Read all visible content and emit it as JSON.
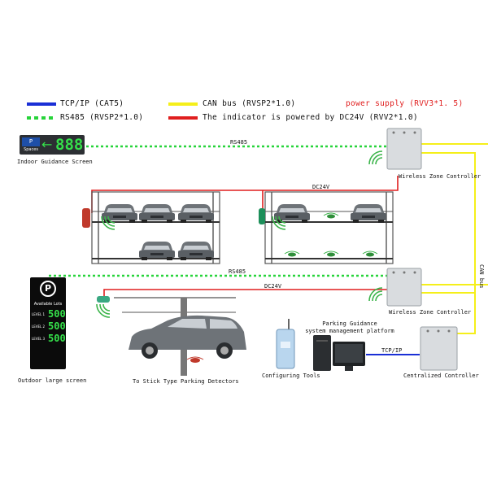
{
  "legend": {
    "tcpip": "TCP/IP (CAT5)",
    "rs485": "RS485 (RVSP2*1.0)",
    "canbus": "CAN bus (RVSP2*1.0)",
    "indicator": "The indicator is powered by DC24V (RVV2*1.0)",
    "power": "power supply (RVV3*1. 5)"
  },
  "colors": {
    "tcpip": "#1a2fd6",
    "rs485": "#27d43a",
    "canbus": "#f5ef1a",
    "indicator": "#e01e1e",
    "power": "#e01e1e"
  },
  "indoor_screen": {
    "p": "P",
    "spaces": "Spaces",
    "arrow": "←",
    "count": "888",
    "caption": "Indoor Guidance Screen"
  },
  "outdoor_screen": {
    "logo": "P",
    "title": "Available Lots",
    "levels": [
      {
        "label": "LEVEL 1",
        "value": "500"
      },
      {
        "label": "LEVEL 2",
        "value": "500"
      },
      {
        "label": "LEVEL 3",
        "value": "500"
      }
    ],
    "caption": "Outdoor large screen"
  },
  "lines": {
    "rs485_top": "RS485",
    "rs485_mid": "RS485",
    "dc24v_top": "DC24V",
    "dc24v_mid": "DC24V",
    "tcpip": "TCP/IP",
    "canbus": "CAN bus"
  },
  "controllers": {
    "wireless_zone_1": "Wireless Zone Controller",
    "wireless_zone_2": "Wireless Zone Controller",
    "centralized": "Centralized Controller"
  },
  "captions": {
    "detectors": "To Stick Type Parking Detectors",
    "tools": "Configuring Tools",
    "platform_line1": "Parking Guidance",
    "platform_line2": "system management platform"
  }
}
